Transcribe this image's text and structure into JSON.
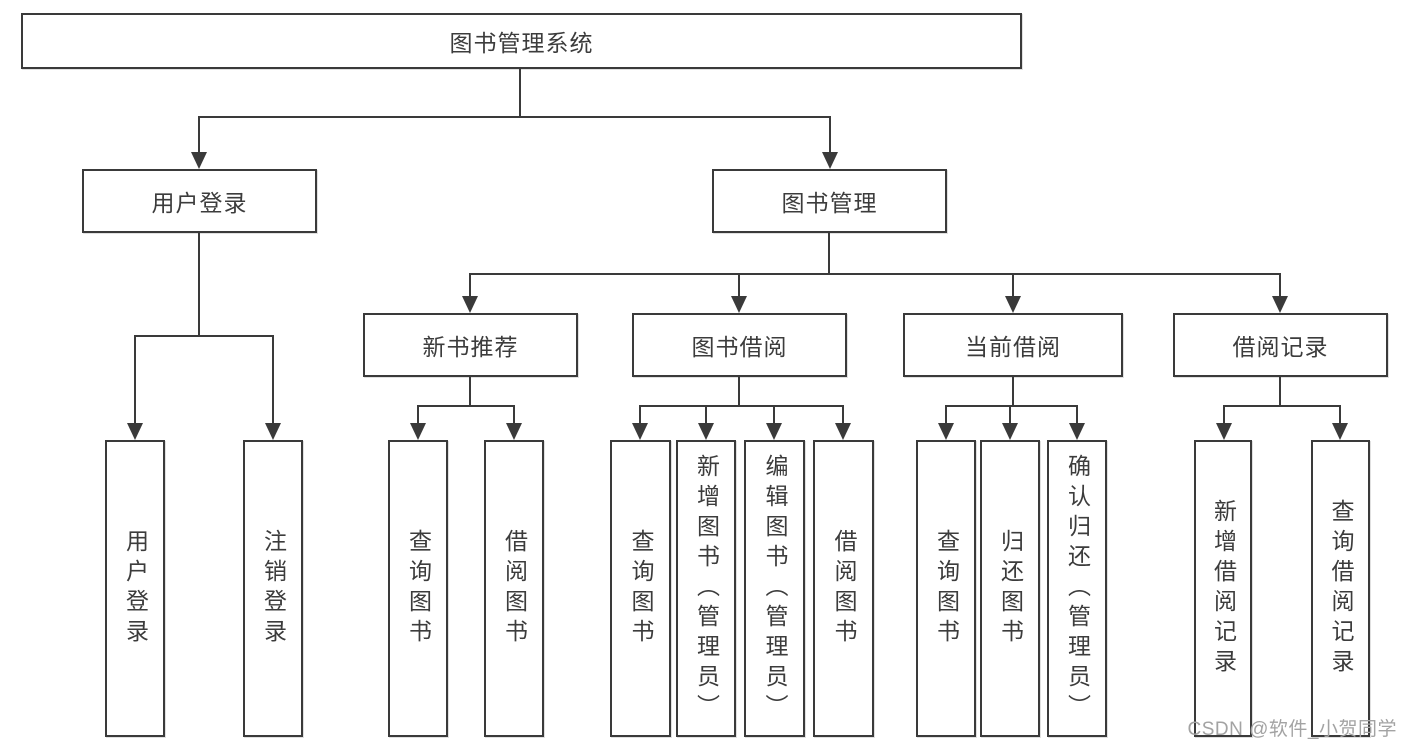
{
  "tree": {
    "label": "图书管理系统",
    "children": [
      {
        "label": "用户登录",
        "children": [
          {
            "label": "用户登录"
          },
          {
            "label": "注销登录"
          }
        ]
      },
      {
        "label": "图书管理",
        "children": [
          {
            "label": "新书推荐",
            "children": [
              {
                "label": "查询图书"
              },
              {
                "label": "借阅图书"
              }
            ]
          },
          {
            "label": "图书借阅",
            "children": [
              {
                "label": "查询图书"
              },
              {
                "label": "新增图书（管理员）"
              },
              {
                "label": "编辑图书（管理员）"
              },
              {
                "label": "借阅图书"
              }
            ]
          },
          {
            "label": "当前借阅",
            "children": [
              {
                "label": "查询图书"
              },
              {
                "label": "归还图书"
              },
              {
                "label": "确认归还（管理员）"
              }
            ]
          },
          {
            "label": "借阅记录",
            "children": [
              {
                "label": "新增借阅记录"
              },
              {
                "label": "查询借阅记录"
              }
            ]
          }
        ]
      }
    ]
  },
  "watermark": {
    "text": "CSDN @软件_小贺同学"
  },
  "colors": {
    "line": "#3a3a3a",
    "box_background": "#ffffff",
    "watermark": "#a3a3a3"
  }
}
